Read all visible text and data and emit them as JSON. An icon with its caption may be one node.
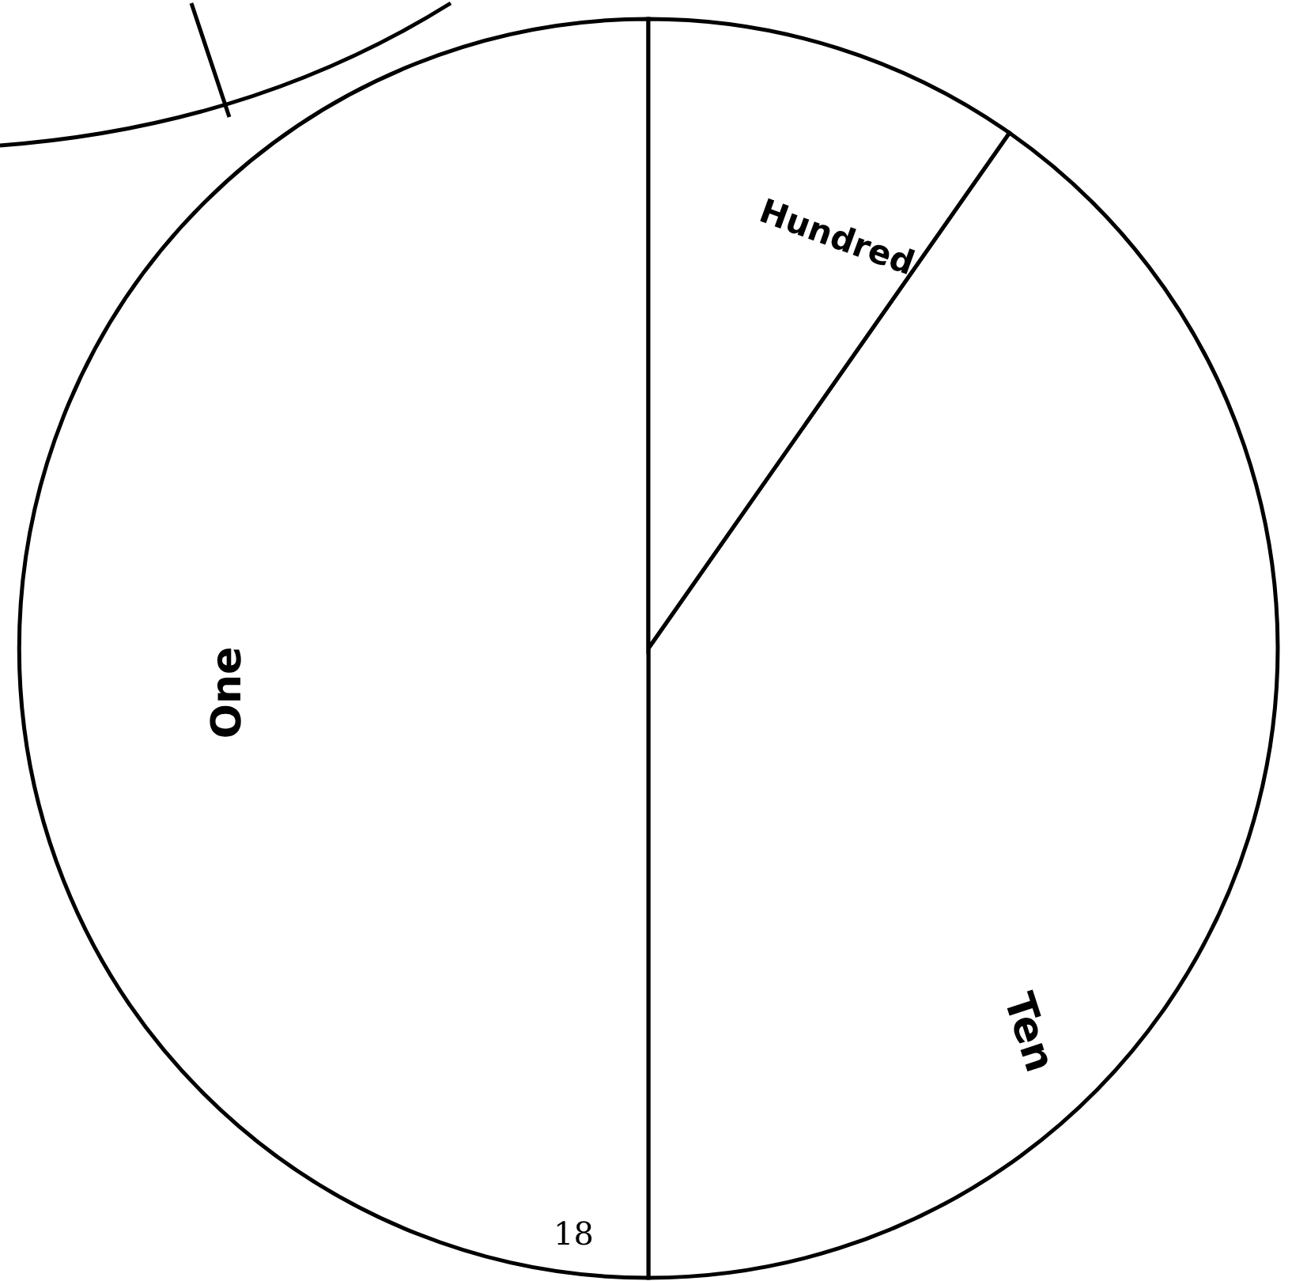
{
  "diagram": {
    "nodes": [
      {
        "text": [
          "Hundred"
        ]
      },
      {
        "text": [
          "One"
        ]
      },
      {
        "text": [
          "Ten"
        ]
      }
    ],
    "labels": [
      "18"
    ]
  }
}
